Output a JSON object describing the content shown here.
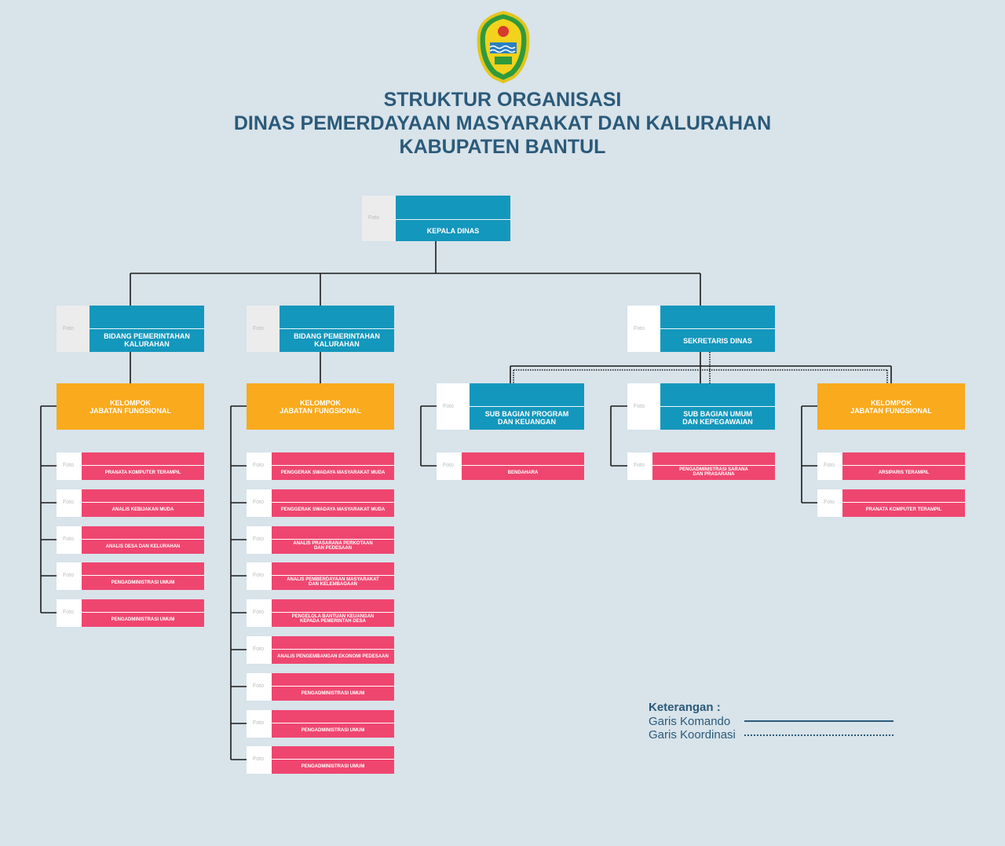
{
  "title": {
    "line1": "STRUKTUR ORGANISASI",
    "line2": "DINAS PEMERDAYAAN MASYARAKAT DAN KALURAHAN",
    "line3": "KABUPATEN BANTUL"
  },
  "photo_label": "Foto",
  "head": {
    "label": "KEPALA DINAS"
  },
  "bidang1": {
    "line1": "BIDANG PEMERINTAHAN",
    "line2": "KALURAHAN"
  },
  "bidang2": {
    "line1": "BIDANG PEMERINTAHAN",
    "line2": "KALURAHAN"
  },
  "sekretaris": {
    "label": "SEKRETARIS DINAS"
  },
  "kelompok": {
    "line1": "KELOMPOK",
    "line2": "JABATAN FUNGSIONAL"
  },
  "sub1": {
    "line1": "SUB BAGIAN PROGRAM",
    "line2": "DAN KEUANGAN"
  },
  "sub2": {
    "line1": "SUB BAGIAN UMUM",
    "line2": "DAN KEPEGAWAIAN"
  },
  "col1": [
    [
      "PRANATA KOMPUTER TERAMPIL"
    ],
    [
      "ANALIS KEBIJAKAN MUDA"
    ],
    [
      "ANALIS DESA DAN KELURAHAN"
    ],
    [
      "PENGADMINISTRASI UMUM"
    ],
    [
      "PENGADMINISTRASI UMUM"
    ]
  ],
  "col2": [
    [
      "PENGGERAK SWADAYA MASYARAKAT MUDA"
    ],
    [
      "PENGGERAK SWADAYA MASYARAKAT MUDA"
    ],
    [
      "ANALIS PRASARANA PERKOTAAN",
      "DAN PEDESAAN"
    ],
    [
      "ANALIS PEMBERDAYAAN MASYARAKAT",
      "DAN KELEMBAGAAN"
    ],
    [
      "PENGELOLA BANTUAN KEUANGAN",
      "KEPADA PEMERINTAH DESA"
    ],
    [
      "ANALIS PENGEMBANGAN EKONOMI PEDESAAN"
    ],
    [
      "PENGADMINISTRASI UMUM"
    ],
    [
      "PENGADMINISTRASI UMUM"
    ],
    [
      "PENGADMINISTRASI UMUM"
    ]
  ],
  "col3": [
    [
      "BENDAHARA"
    ]
  ],
  "col4": [
    [
      "PENGADMINISTRASI SARANA",
      "DAN PRASARANA"
    ]
  ],
  "col5": [
    [
      "ARSIPARIS TERAMPIL"
    ],
    [
      "PRANATA KOMPUTER TERAMPIL"
    ]
  ],
  "legend": {
    "title": "Keterangan :",
    "komando": "Garis Komando",
    "koordinasi": "Garis Koordinasi"
  },
  "colors": {
    "background": "#d8e3ea",
    "title": "#2b5a79",
    "teal": "#1497bc",
    "orange": "#f9aa1d",
    "pink": "#ef4670",
    "line": "#1a1a1a"
  }
}
